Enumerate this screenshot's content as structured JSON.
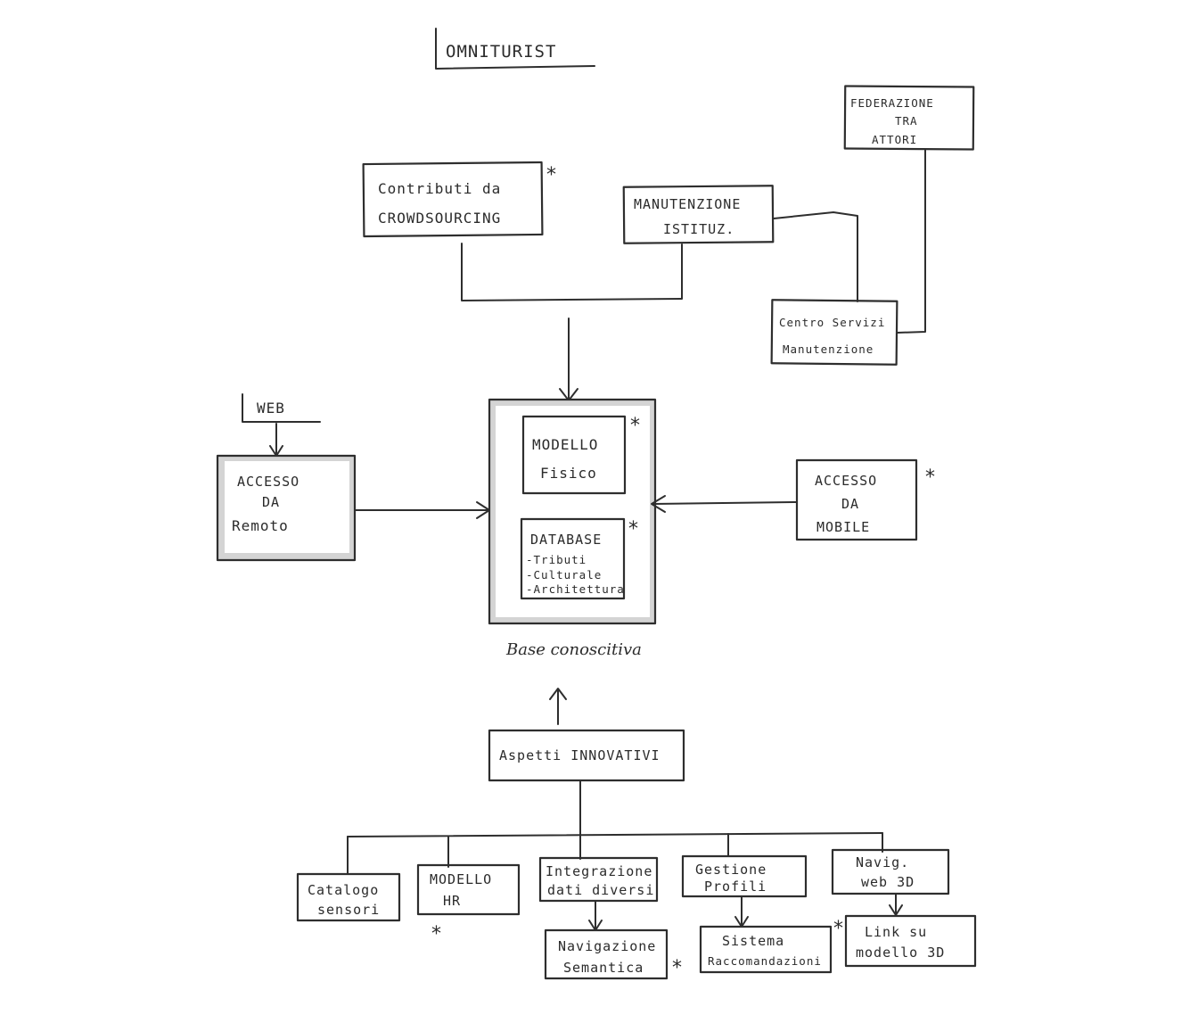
{
  "title": "OMNITURIST",
  "nodes": {
    "crowdsourcing": {
      "lines": [
        "Contributi da",
        "CROWDSOURCING"
      ],
      "star": "*"
    },
    "manutenzione": {
      "lines": [
        "MANUTENZIONE",
        "ISTITUZ."
      ]
    },
    "federazione": {
      "lines": [
        "FEDERAZIONE",
        "TRA",
        "ATTORI"
      ]
    },
    "centro_manutenzione": {
      "lines": [
        "Centro Servizi",
        "Manutenzione"
      ]
    },
    "web": {
      "label": "WEB"
    },
    "accesso_remoto": {
      "lines": [
        "ACCESSO",
        "DA",
        "Remoto"
      ]
    },
    "modello_fisico": {
      "lines": [
        "MODELLO",
        "Fisico"
      ],
      "star": "*"
    },
    "database": {
      "title": "DATABASE",
      "items": [
        "-Tributi",
        "-Culturale",
        "-Architettura"
      ],
      "star": "*"
    },
    "base_conoscitiva_caption": "Base conoscitiva",
    "accesso_mobile": {
      "lines": [
        "ACCESSO",
        "DA",
        "MOBILE"
      ],
      "star": "*"
    },
    "aspetti_innovativi": {
      "label": "Aspetti INNOVATIVI"
    },
    "catalogo_sensori": {
      "lines": [
        "Catalogo",
        "sensori"
      ]
    },
    "modello_hr": {
      "lines": [
        "MODELLO",
        "HR"
      ],
      "star": "*"
    },
    "integrazione_dati": {
      "lines": [
        "Integrazione",
        "dati diversi"
      ]
    },
    "gestione_profili": {
      "lines": [
        "Gestione",
        "Profili"
      ]
    },
    "navigazione_3d": {
      "lines": [
        "Navig.",
        "web 3D"
      ]
    },
    "navigazione_semantica": {
      "lines": [
        "Navigazione",
        "Semantica"
      ],
      "star": "*"
    },
    "sistema_raccomandazioni": {
      "lines": [
        "Sistema",
        "Raccomandazioni"
      ],
      "star": "*"
    },
    "link_modello_3d": {
      "lines": [
        "Link su",
        "modello 3D"
      ]
    }
  }
}
